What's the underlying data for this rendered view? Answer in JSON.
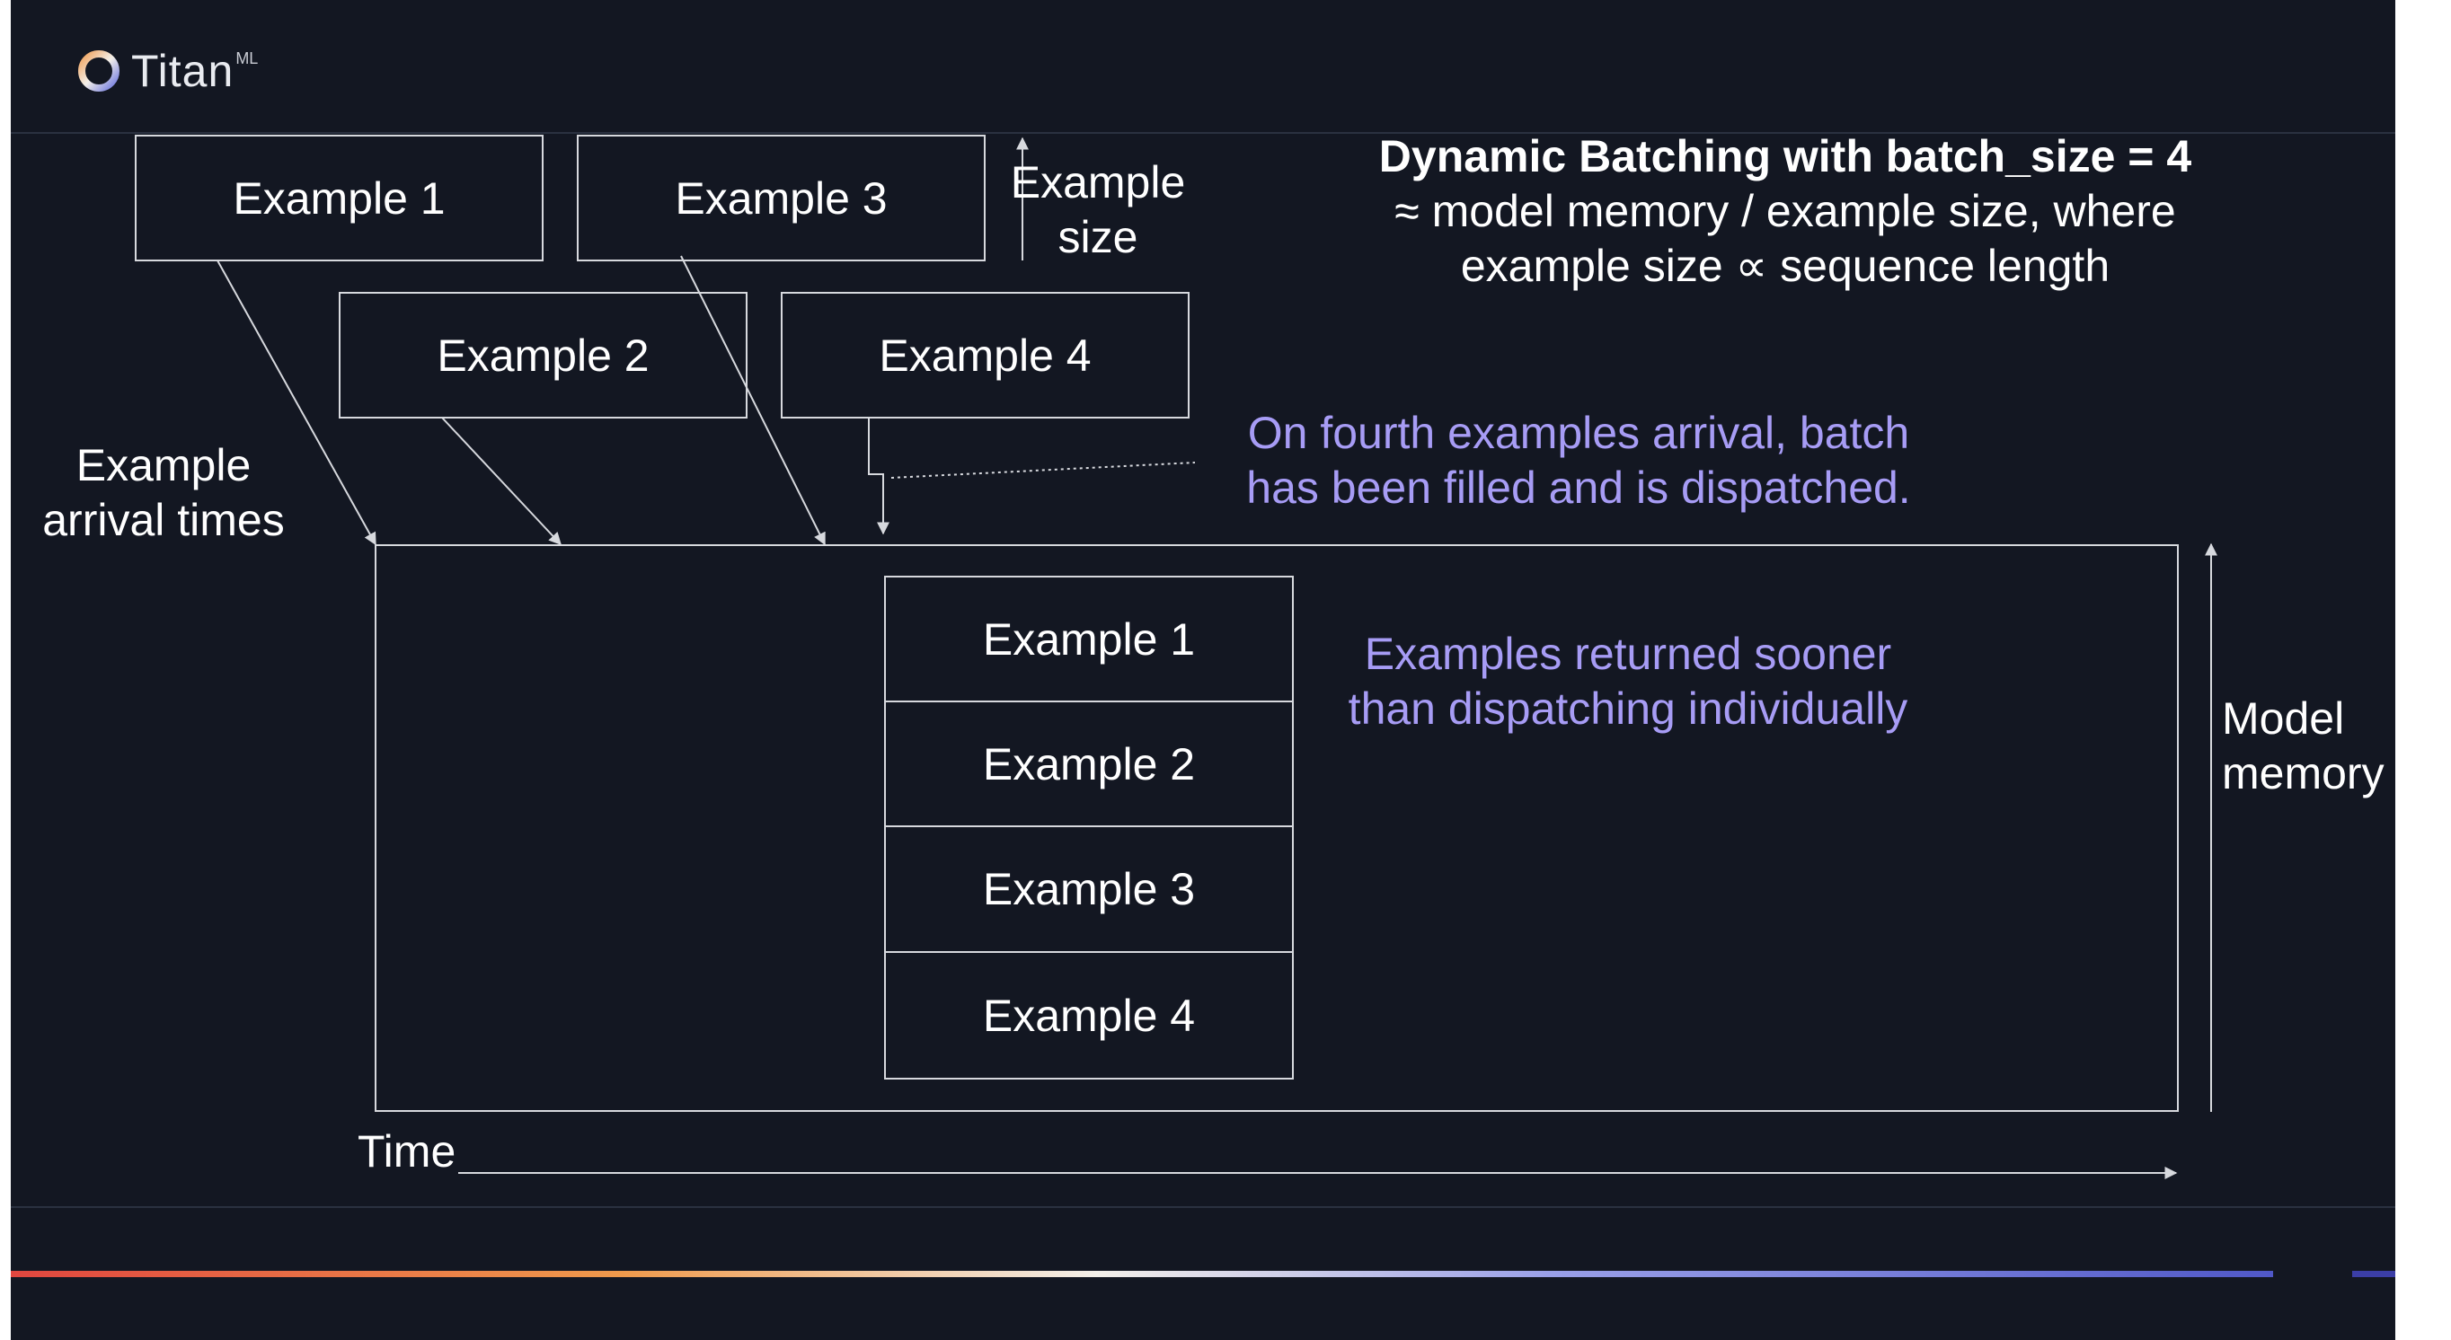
{
  "brand": {
    "name": "Titan",
    "superscript": "ML"
  },
  "title": {
    "heading": "Dynamic Batching with batch_size = 4",
    "line2": "≈ model memory / example size, where",
    "line3": "example size ∝ sequence length"
  },
  "incoming_examples": [
    "Example 1",
    "Example 2",
    "Example 3",
    "Example 4"
  ],
  "batched_examples": [
    "Example 1",
    "Example 2",
    "Example 3",
    "Example 4"
  ],
  "labels": {
    "example_size_line1": "Example",
    "example_size_line2": "size",
    "arrival_line1": "Example",
    "arrival_line2": "arrival times",
    "model_memory_line1": "Model",
    "model_memory_line2": "memory",
    "time": "Time"
  },
  "annotations": {
    "dispatch_line1": "On fourth examples arrival, batch",
    "dispatch_line2": "has been filled and is dispatched.",
    "sooner_line1": "Examples returned sooner",
    "sooner_line2": "than dispatching individually"
  },
  "colors": {
    "background": "#131722",
    "foreground": "#ffffff",
    "annotation": "#a79cf5",
    "divider": "#2a3140"
  }
}
